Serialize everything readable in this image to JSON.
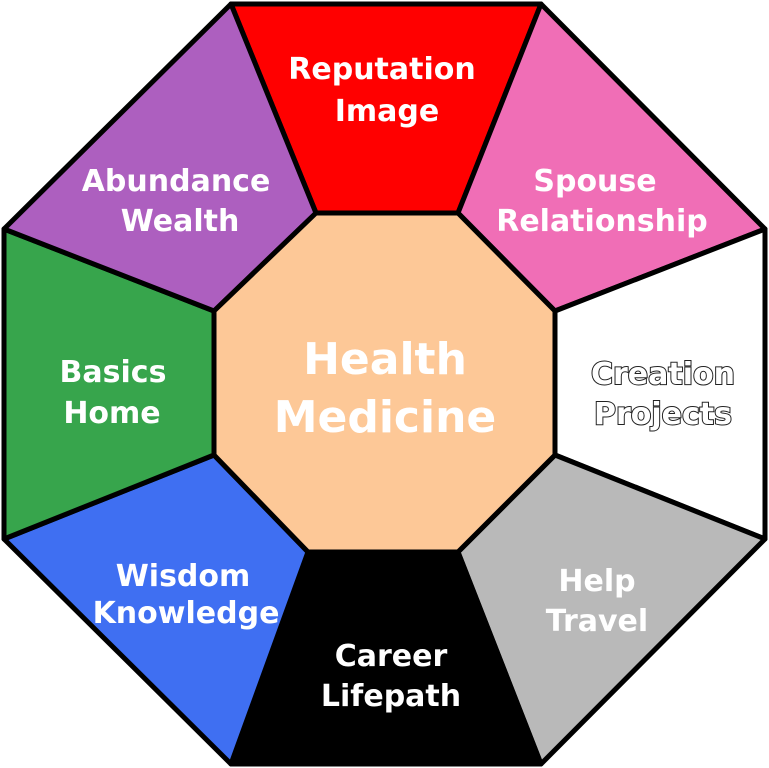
{
  "center": {
    "line1": "Health",
    "line2": "Medicine",
    "color": "#fdc897"
  },
  "sectors": {
    "top": {
      "line1": "Reputation",
      "line2": "Image",
      "color": "#ff0000"
    },
    "top_right": {
      "line1": "Spouse",
      "line2": "Relationship",
      "color": "#f06eb6"
    },
    "right": {
      "line1": "Creation",
      "line2": "Projects",
      "color": "#ffffff"
    },
    "bottom_right": {
      "line1": "Help",
      "line2": "Travel",
      "color": "#b9b9b9"
    },
    "bottom": {
      "line1": "Career",
      "line2": "Lifepath",
      "color": "#000000"
    },
    "bottom_left": {
      "line1": "Wisdom",
      "line2": "Knowledge",
      "color": "#3f6ff2"
    },
    "left": {
      "line1": "Basics",
      "line2": "Home",
      "color": "#37a54c"
    },
    "top_left": {
      "line1": "Abundance",
      "line2": "Wealth",
      "color": "#ad5fbf"
    }
  },
  "outline_color": "#000000"
}
